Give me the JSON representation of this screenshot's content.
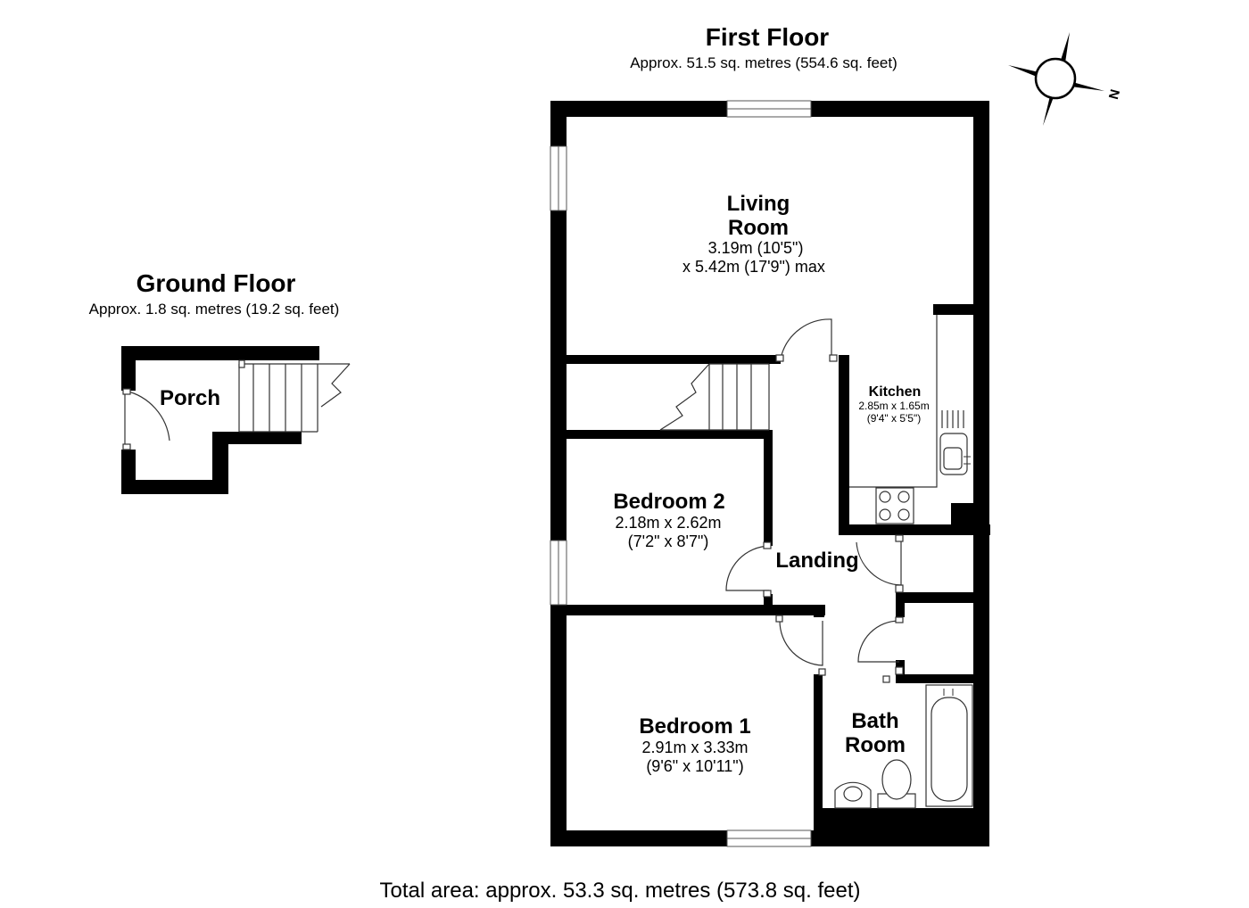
{
  "first_floor": {
    "title": "First Floor",
    "area": "Approx. 51.5 sq. metres (554.6 sq. feet)"
  },
  "ground_floor": {
    "title": "Ground Floor",
    "area": "Approx. 1.8 sq. metres (19.2 sq. feet)"
  },
  "rooms": {
    "porch": {
      "name": "Porch"
    },
    "living_room": {
      "name_line1": "Living",
      "name_line2": "Room",
      "dim_line1": "3.19m (10'5\")",
      "dim_line2": "x 5.42m (17'9\") max"
    },
    "kitchen": {
      "name": "Kitchen",
      "dim_line1": "2.85m x 1.65m",
      "dim_line2": "(9'4\" x 5'5\")"
    },
    "bedroom2": {
      "name": "Bedroom 2",
      "dim_line1": "2.18m x 2.62m",
      "dim_line2": "(7'2\" x 8'7\")"
    },
    "landing": {
      "name": "Landing"
    },
    "bedroom1": {
      "name": "Bedroom 1",
      "dim_line1": "2.91m x 3.33m",
      "dim_line2": "(9'6\" x 10'11\")"
    },
    "bathroom": {
      "name_line1": "Bath",
      "name_line2": "Room"
    }
  },
  "compass": {
    "label": "N",
    "icon": "compass-rose-icon"
  },
  "total_area": "Total area: approx. 53.3 sq. metres (573.8 sq. feet)"
}
